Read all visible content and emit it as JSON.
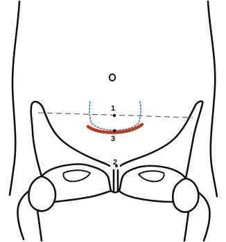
{
  "diagram": {
    "labels": {
      "point_1": "1",
      "point_2": "2",
      "point_3": "3"
    },
    "colors": {
      "outline": "#111111",
      "reference_line": "#555555",
      "dotted_contour": "#3a78c4",
      "incision": "#c0391b"
    },
    "icons": {
      "torso": "torso-outline-icon",
      "navel": "umbilicus-icon",
      "pelvis": "pelvis-outline-icon"
    }
  }
}
